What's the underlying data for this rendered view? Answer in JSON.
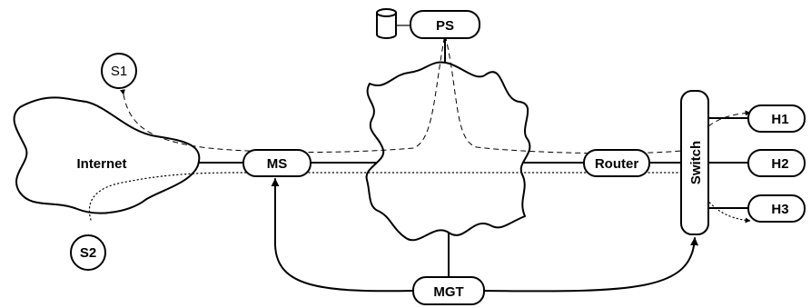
{
  "nodes": {
    "ps": "PS",
    "s1": "S1",
    "s2": "S2",
    "internet": "Internet",
    "ms": "MS",
    "router": "Router",
    "switch": "Switch",
    "h1": "H1",
    "h2": "H2",
    "h3": "H3",
    "mgt": "MGT"
  },
  "icons": {
    "storage": "database-cylinder-icon"
  }
}
